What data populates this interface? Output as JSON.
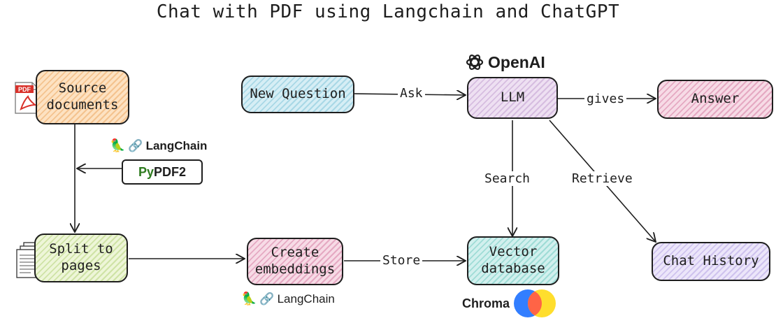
{
  "title": "Chat with PDF using Langchain and ChatGPT",
  "nodes": {
    "source": "Source\ndocuments",
    "question": "New Question",
    "llm": "LLM",
    "answer": "Answer",
    "split": "Split to\npages",
    "embed": "Create\nembeddings",
    "vector": "Vector\ndatabase",
    "history": "Chat History"
  },
  "edges": {
    "ask": "Ask",
    "gives": "gives",
    "search": "Search",
    "retrieve": "Retrieve",
    "store": "Store"
  },
  "logos": {
    "openai": "OpenAI",
    "langchain_top": "LangChain",
    "langchain_bottom": "LangChain",
    "pypdf_prefix": "Py",
    "pypdf_suffix": "PDF2",
    "chroma": "Chroma",
    "pdf_icon_text": "PDF"
  },
  "colors": {
    "chroma_blue": "#327eff",
    "chroma_red": "#ff6446",
    "chroma_yellow": "#ffde2d",
    "pdf_red": "#d9322b"
  },
  "icons": [
    "pdf-file-icon",
    "document-stack-icon",
    "parrot-icon",
    "chain-link-icon",
    "openai-icon",
    "chroma-icon"
  ]
}
